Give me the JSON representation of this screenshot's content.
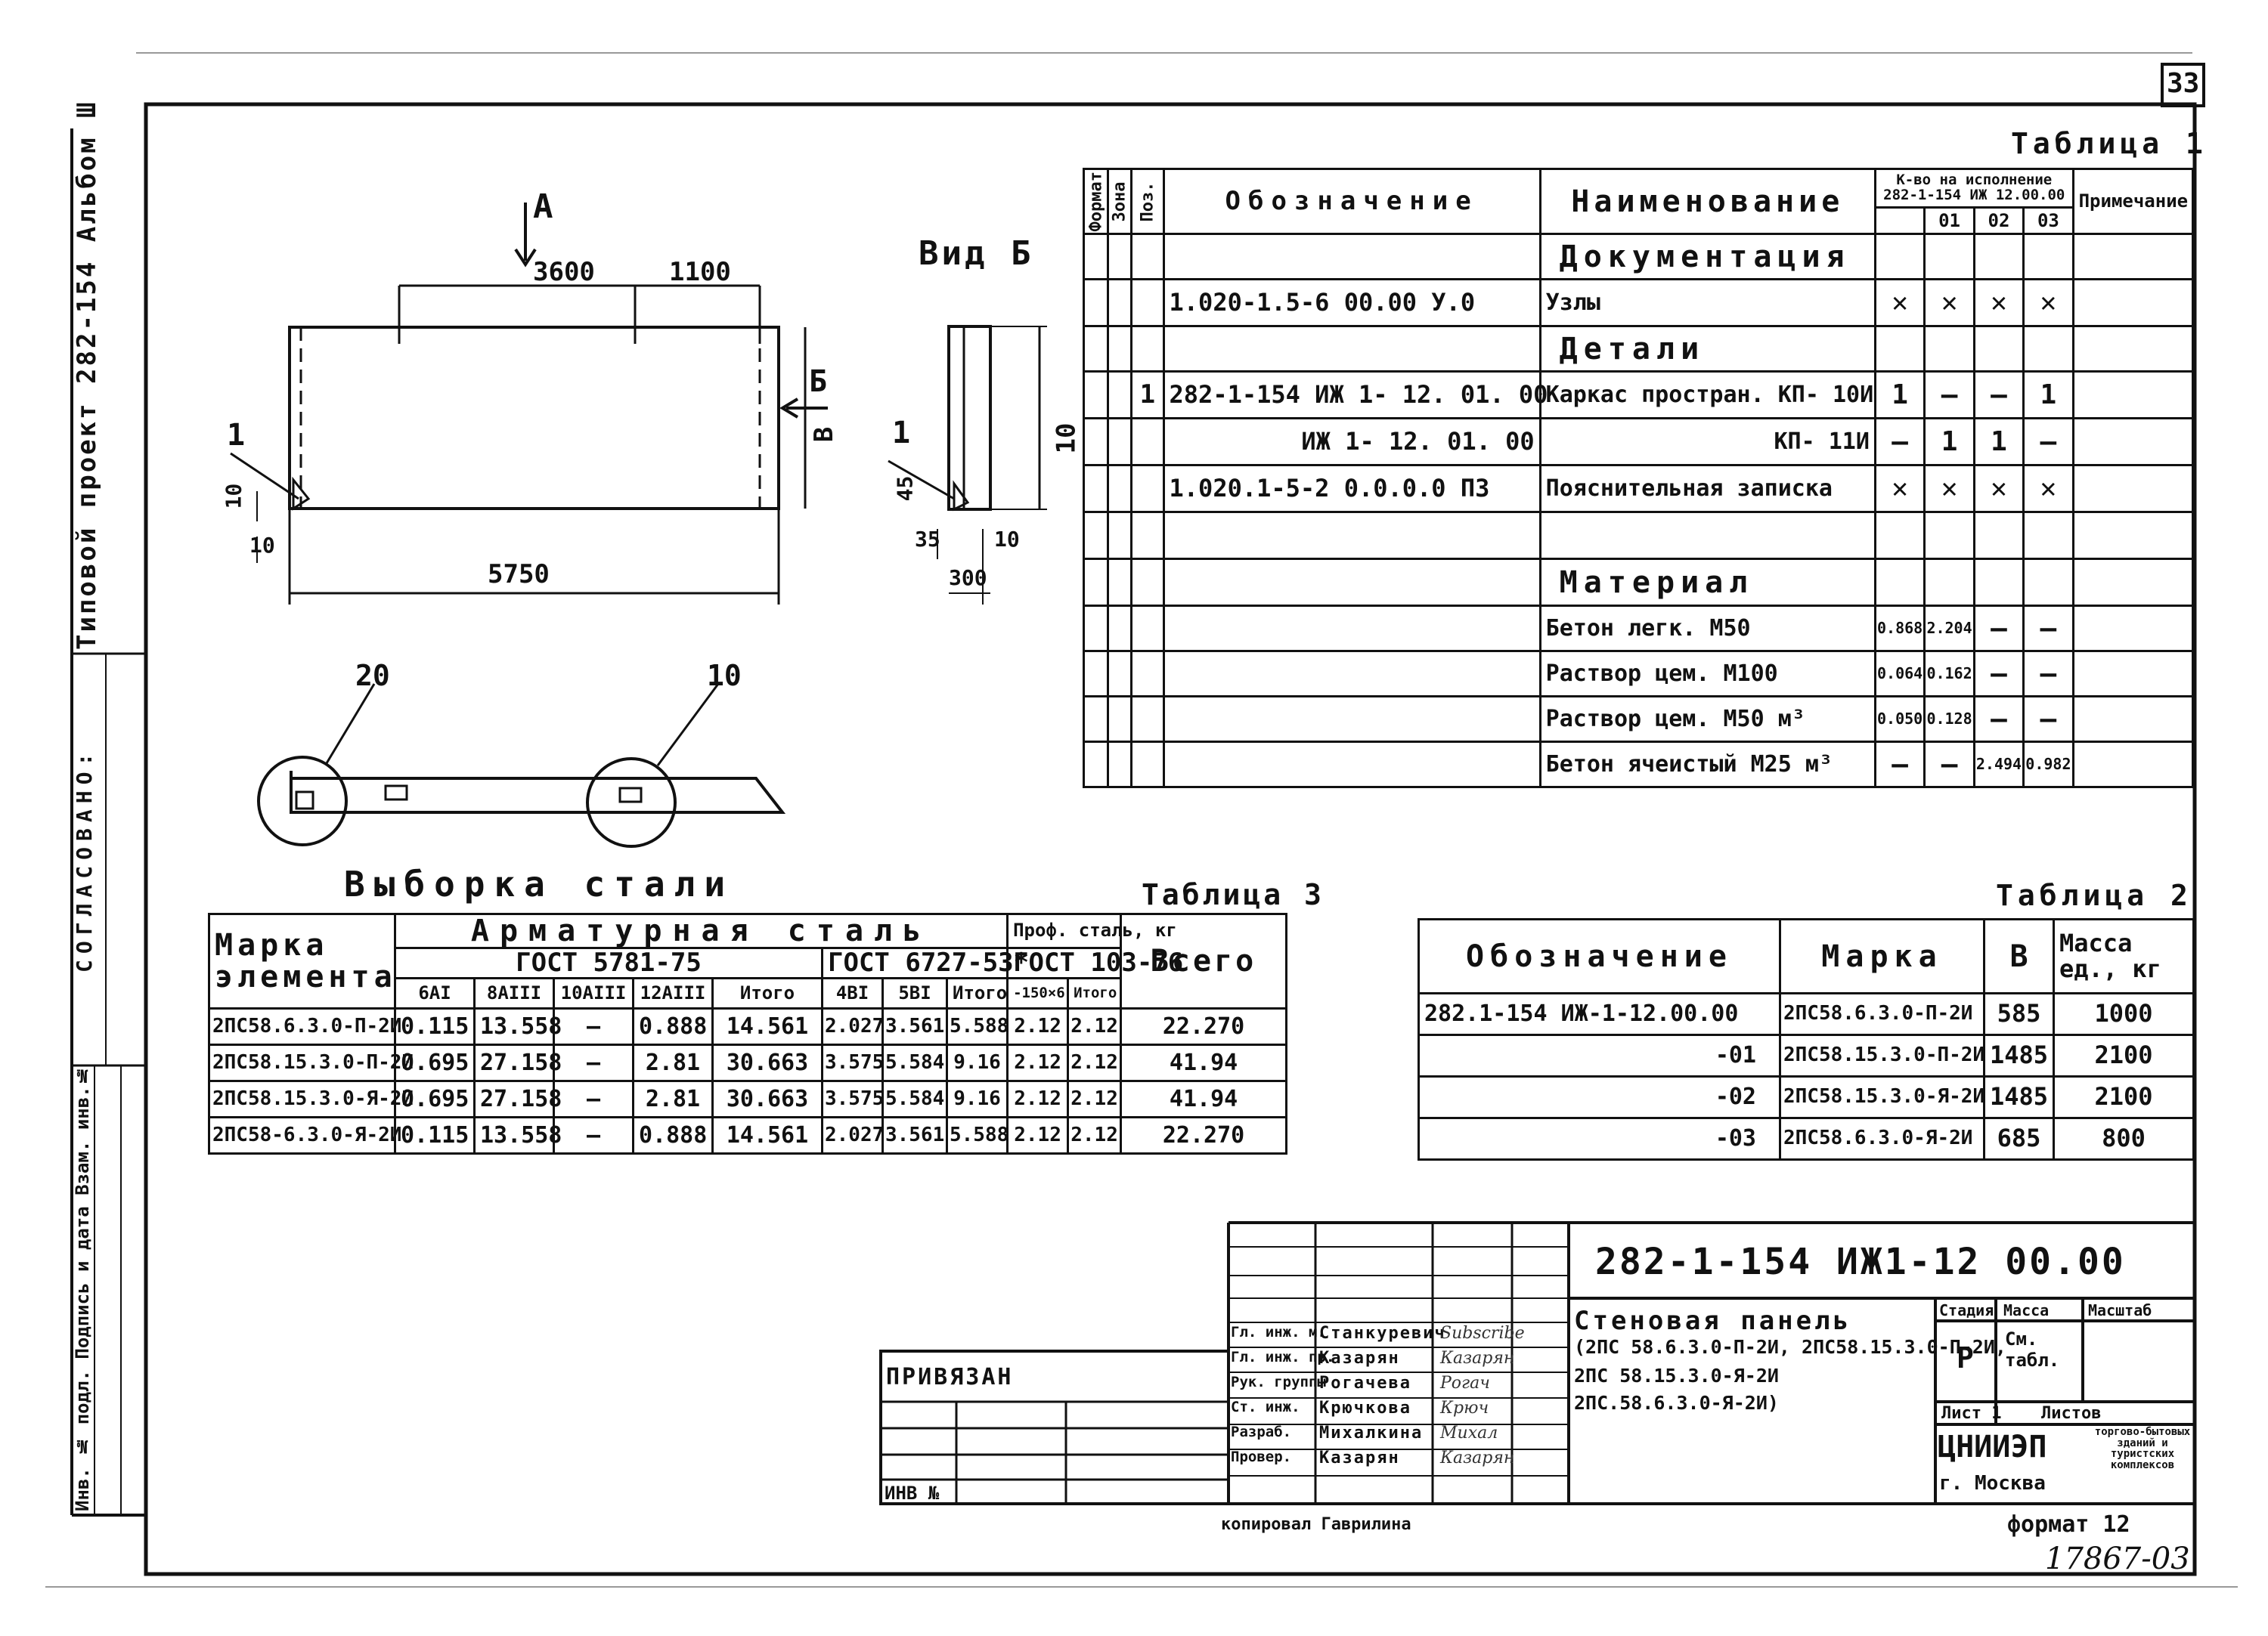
{
  "sheet": {
    "sheet_number": "33",
    "left_margin_title": "Типовой проект 282-154 Альбом Ш",
    "left_margin_agreed": "СОГЛАСОВАНО:",
    "left_margin_inv": "Инв. № подл.  Подпись и дата  Взам. инв.№",
    "bottom_copied": "копировал Гаврилина",
    "bottom_format": "формат 12",
    "bottom_number": "17867-03",
    "privyazan": "ПРИВЯЗАН",
    "inv_no": "ИНВ №"
  },
  "drawing": {
    "view_a": "А",
    "view_b": "Вид Б",
    "view_b_arrow": "Б",
    "dims": {
      "d3600": "3600",
      "d1100": "1100",
      "d5750": "5750",
      "dB": "В",
      "d10a": "10",
      "d10b": "10",
      "d10c": "10",
      "d45": "45",
      "d35": "35",
      "d300": "300",
      "d10d": "10"
    },
    "callouts": {
      "c1": "1",
      "c1b": "1",
      "c20": "20",
      "c10": "10"
    }
  },
  "table1": {
    "title": "Таблица 1",
    "headers": {
      "format": "Формат",
      "zone": "Зона",
      "pos": "Поз.",
      "designation": "Обозначение",
      "name": "Наименование",
      "qty_top": "К-во на исполнение 282-1-154 ИЖ 12.00.00",
      "q01": "01",
      "q02": "02",
      "q03": "03",
      "note": "Примечание"
    },
    "rows": [
      {
        "pos": "",
        "designation": "",
        "name": "Документация",
        "q00": "",
        "q01": "",
        "q02": "",
        "q03": ""
      },
      {
        "pos": "",
        "designation": "1.020-1.5-6 00.00 У.0",
        "name": "Узлы",
        "q00": "✕",
        "q01": "✕",
        "q02": "✕",
        "q03": "✕"
      },
      {
        "pos": "",
        "designation": "",
        "name": "Детали",
        "q00": "",
        "q01": "",
        "q02": "",
        "q03": ""
      },
      {
        "pos": "1",
        "designation": "282-1-154 ИЖ 1- 12. 01. 00",
        "name": "Каркас простран. КП- 10И",
        "q00": "1",
        "q01": "—",
        "q02": "—",
        "q03": "1"
      },
      {
        "pos": "",
        "designation": "ИЖ 1- 12. 01. 00",
        "name": "КП- 11И",
        "q00": "—",
        "q01": "1",
        "q02": "1",
        "q03": "—"
      },
      {
        "pos": "",
        "designation": "1.020.1-5-2 0.0.0.0 ПЗ",
        "name": "Пояснительная записка",
        "q00": "✕",
        "q01": "✕",
        "q02": "✕",
        "q03": "✕"
      },
      {
        "pos": "",
        "designation": "",
        "name": "",
        "q00": "",
        "q01": "",
        "q02": "",
        "q03": ""
      },
      {
        "pos": "",
        "designation": "",
        "name": "Материал",
        "q00": "",
        "q01": "",
        "q02": "",
        "q03": ""
      },
      {
        "pos": "",
        "designation": "",
        "name": "Бетон легк.  М50",
        "q00": "0.868",
        "q01": "2.204",
        "q02": "—",
        "q03": "—"
      },
      {
        "pos": "",
        "designation": "",
        "name": "Раствор цем.  М100",
        "q00": "0.064",
        "q01": "0.162",
        "q02": "—",
        "q03": "—"
      },
      {
        "pos": "",
        "designation": "",
        "name": "Раствор цем.  М50 м³",
        "q00": "0.050",
        "q01": "0.128",
        "q02": "—",
        "q03": "—"
      },
      {
        "pos": "",
        "designation": "",
        "name": "Бетон ячеистый М25 м³",
        "q00": "—",
        "q01": "—",
        "q02": "2.494",
        "q03": "0.982"
      }
    ]
  },
  "table3": {
    "caption": "Выборка стали",
    "title": "Таблица 3",
    "headers": {
      "mark": "Марка элемента",
      "rebar": "Арматурная сталь",
      "gost1": "ГОСТ 5781-75",
      "gost2": "ГОСТ 6727-53*",
      "prof": "Проф. сталь, кг",
      "gost3": "ГОСТ 103-76",
      "total": "Всего",
      "c1": "6АI",
      "c2": "8АIII",
      "c3": "10АIII",
      "c4": "12АIII",
      "c5": "Итого",
      "c6": "4ВI",
      "c7": "5ВI",
      "c8": "Итого",
      "c9": "-150×6",
      "c10": "Итого"
    },
    "rows": [
      [
        "2ПС58.6.3.0-П-2И",
        "0.115",
        "13.558",
        "—",
        "0.888",
        "14.561",
        "2.027",
        "3.561",
        "5.588",
        "2.12",
        "2.12",
        "22.270"
      ],
      [
        "2ПС58.15.3.0-П-2И",
        "0.695",
        "27.158",
        "—",
        "2.81",
        "30.663",
        "3.575",
        "5.584",
        "9.16",
        "2.12",
        "2.12",
        "41.94"
      ],
      [
        "2ПС58.15.3.0-Я-2И",
        "0.695",
        "27.158",
        "—",
        "2.81",
        "30.663",
        "3.575",
        "5.584",
        "9.16",
        "2.12",
        "2.12",
        "41.94"
      ],
      [
        "2ПС58-6.3.0-Я-2И",
        "0.115",
        "13.558",
        "—",
        "0.888",
        "14.561",
        "2.027",
        "3.561",
        "5.588",
        "2.12",
        "2.12",
        "22.270"
      ]
    ]
  },
  "table2": {
    "title": "Таблица 2",
    "headers": {
      "designation": "Обозначение",
      "mark": "Марка",
      "b": "В",
      "mass": "Масса ед., кг"
    },
    "rows": [
      [
        "282.1-154 ИЖ-1-12.00.00",
        "2ПС58.6.3.0-П-2И",
        "585",
        "1000"
      ],
      [
        "-01",
        "2ПС58.15.3.0-П-2И",
        "1485",
        "2100"
      ],
      [
        "-02",
        "2ПС58.15.3.0-Я-2И",
        "1485",
        "2100"
      ],
      [
        "-03",
        "2ПС58.6.3.0-Я-2И",
        "685",
        "800"
      ]
    ]
  },
  "title_block": {
    "code": "282-1-154  ИЖ1-12 00.00",
    "name_l1": "Стеновая панель",
    "name_l2": "(2ПС 58.6.3.0-П-2И, 2ПС58.15.3.0-П-2И,",
    "name_l3": "2ПС 58.15.3.0-Я-2И",
    "name_l4": "2ПС.58.6.3.0-Я-2И)",
    "stage_h": "Стадия",
    "mass_h": "Масса",
    "scale_h": "Масштаб",
    "stage": "Р",
    "mass": "См. табл.",
    "sheet": "Лист 1",
    "sheets": "Листов",
    "org": "ЦНИИЭП",
    "org_sub": "торгово-бытовых зданий и туристских комплексов",
    "city": "г. Москва",
    "people": [
      {
        "role": "Гл. инж. м.",
        "name": "Станкуревич",
        "sig": "Subscribe"
      },
      {
        "role": "Гл. инж. пр.",
        "name": "Казарян",
        "sig": "Казарян"
      },
      {
        "role": "Рук. группы",
        "name": "Рогачева",
        "sig": "Рогач"
      },
      {
        "role": "Ст. инж.",
        "name": "Крючкова",
        "sig": "Крюч"
      },
      {
        "role": "Разраб.",
        "name": "Михалкина",
        "sig": "Михал"
      },
      {
        "role": "Провер.",
        "name": "Казарян",
        "sig": "Казарян"
      }
    ]
  }
}
